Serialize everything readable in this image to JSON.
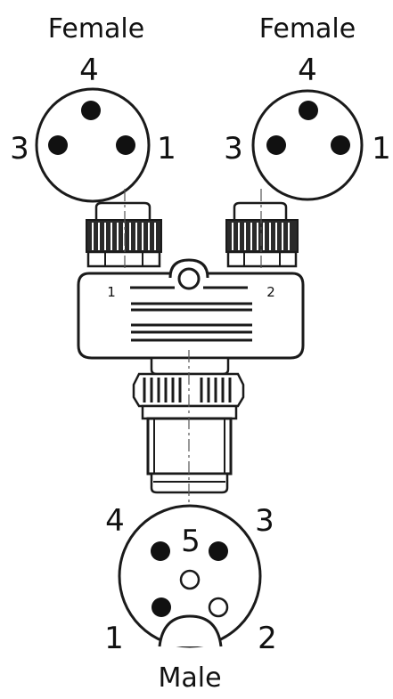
{
  "connectors": {
    "left_female": {
      "title": "Female",
      "pins": {
        "p4": "4",
        "p3": "3",
        "p1": "1"
      }
    },
    "right_female": {
      "title": "Female",
      "pins": {
        "p4": "4",
        "p3": "3",
        "p1": "1"
      }
    },
    "male": {
      "title": "Male",
      "pins": {
        "p4": "4",
        "p3": "3",
        "p5": "5",
        "p1": "1",
        "p2": "2"
      }
    }
  },
  "splitter": {
    "port_left_label": "1",
    "port_right_label": "2"
  },
  "colors": {
    "stroke": "#1a1a1a",
    "pin_fill": "#111111",
    "body_fill": "#ffffff"
  }
}
